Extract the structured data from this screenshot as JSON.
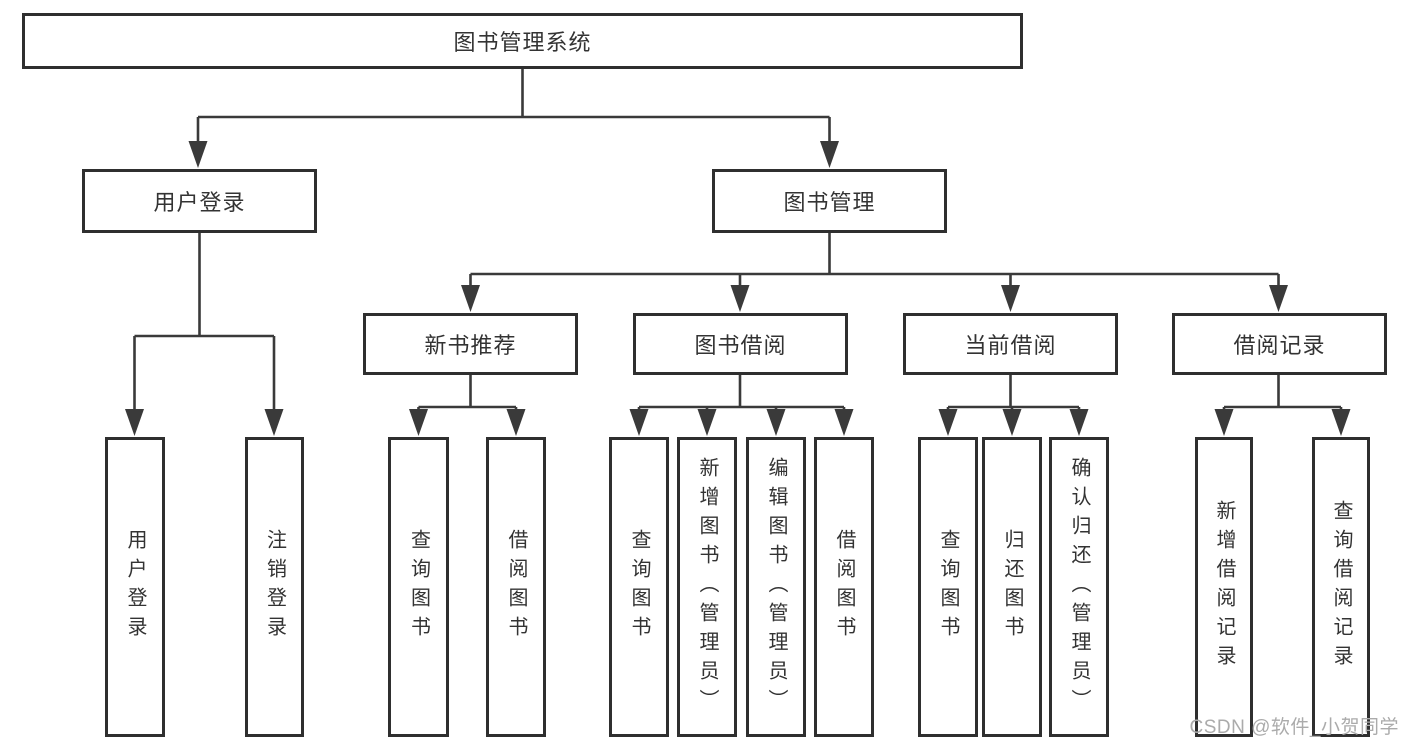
{
  "colors": {
    "line": "#3a3a3a",
    "border": "#2f2f2f",
    "text": "#333333",
    "watermark": "#ababab"
  },
  "diagram_type": "hierarchy-tree",
  "tree": {
    "label": "图书管理系统",
    "children": [
      {
        "label": "用户登录",
        "children": [
          {
            "label": "用户登录"
          },
          {
            "label": "注销登录"
          }
        ]
      },
      {
        "label": "图书管理",
        "children": [
          {
            "label": "新书推荐",
            "children": [
              {
                "label": "查询图书"
              },
              {
                "label": "借阅图书"
              }
            ]
          },
          {
            "label": "图书借阅",
            "children": [
              {
                "label": "查询图书"
              },
              {
                "label": "新增图书（管理员）"
              },
              {
                "label": "编辑图书（管理员）"
              },
              {
                "label": "借阅图书"
              }
            ]
          },
          {
            "label": "当前借阅",
            "children": [
              {
                "label": "查询图书"
              },
              {
                "label": "归还图书"
              },
              {
                "label": "确认归还（管理员）"
              }
            ]
          },
          {
            "label": "借阅记录",
            "children": [
              {
                "label": "新增借阅记录"
              },
              {
                "label": "查询借阅记录"
              }
            ]
          }
        ]
      }
    ]
  },
  "watermark": {
    "text": "CSDN @软件_小贺同学"
  }
}
